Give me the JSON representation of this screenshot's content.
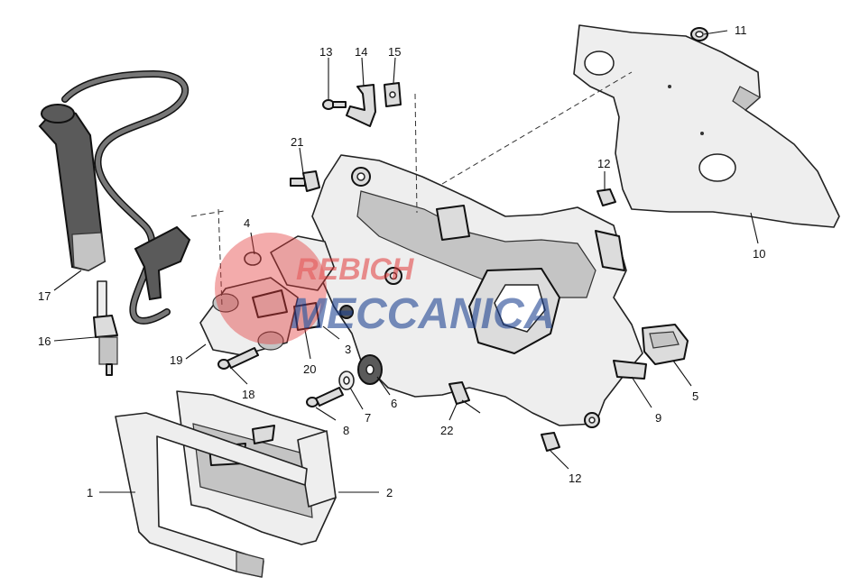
{
  "callouts": [
    {
      "label": "1"
    },
    {
      "label": "2"
    },
    {
      "label": "3"
    },
    {
      "label": "4"
    },
    {
      "label": "5"
    },
    {
      "label": "6"
    },
    {
      "label": "7"
    },
    {
      "label": "8"
    },
    {
      "label": "9"
    },
    {
      "label": "10"
    },
    {
      "label": "11"
    },
    {
      "label": "12"
    },
    {
      "label": "12"
    },
    {
      "label": "13"
    },
    {
      "label": "14"
    },
    {
      "label": "15"
    },
    {
      "label": "16"
    },
    {
      "label": "17"
    },
    {
      "label": "18"
    },
    {
      "label": "19"
    },
    {
      "label": "20"
    },
    {
      "label": "21"
    },
    {
      "label": "22"
    }
  ],
  "watermark": {
    "line1": "REBICH",
    "line2": "MECCANICA",
    "colors": {
      "red": "#e23a3a",
      "blue": "#1a3f8f"
    }
  }
}
